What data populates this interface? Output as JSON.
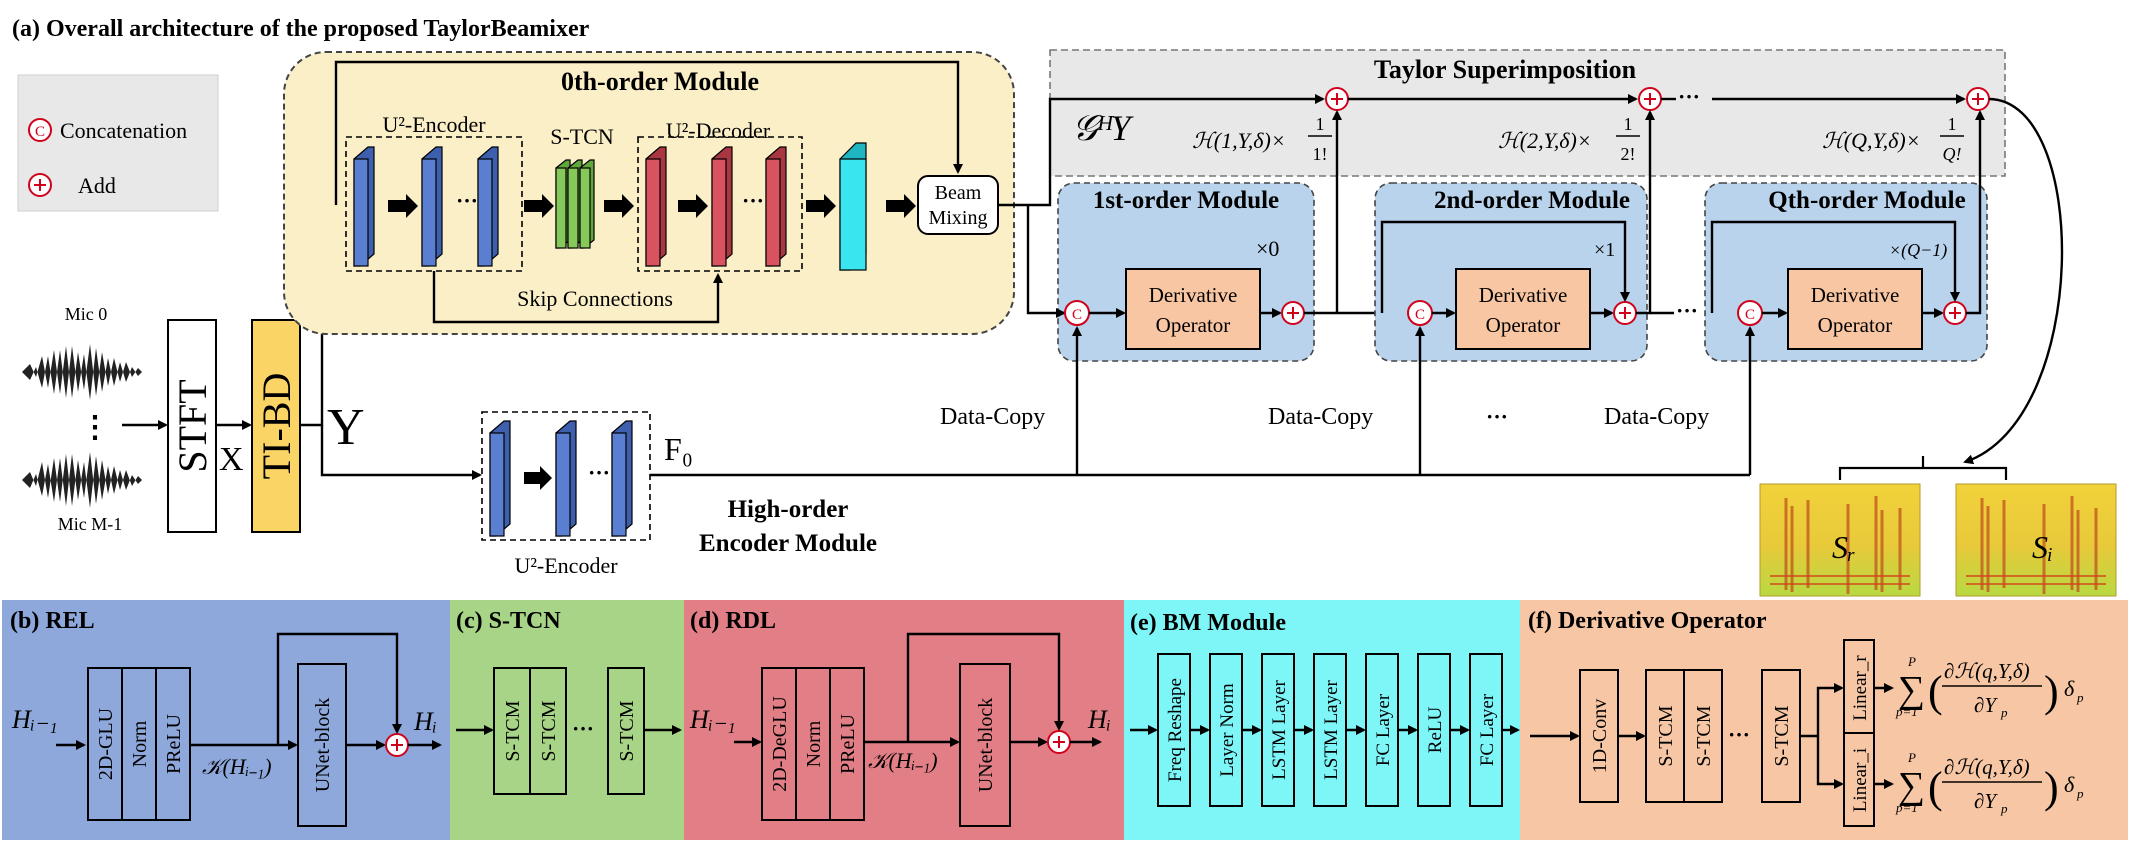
{
  "colors": {
    "zeroth_module_bg": "#fbefc8",
    "taylor_bg": "#e8e8e8",
    "order_module_bg": "#b9d3ec",
    "derivative_op_fill": "#f8c6a3",
    "encoder_block": "#5b7fd0",
    "decoder_block": "#d9525f",
    "stcn_block": "#86c95b",
    "bm_block": "#39e6f0",
    "tibd_fill": "#fad465",
    "add_circle": "#d0021b",
    "panel_rel": "#8ea8dc",
    "panel_stcn": "#a7d486",
    "panel_rdl": "#e27f86",
    "panel_bm": "#7ef6f8",
    "panel_do": "#f7c7a5"
  },
  "main": {
    "title": "(a) Overall architecture of the proposed TaylorBeamixer",
    "legend": {
      "concat_symbol": "C",
      "concat_label": "Concatenation",
      "add_label": "Add"
    },
    "mics": {
      "top": "Mic 0",
      "dots": "⋮",
      "bottom": "Mic M-1"
    },
    "stft": "STFT",
    "x_label": "X",
    "tibd": "TI-BD",
    "y_label": "Y",
    "zeroth_module": {
      "title": "0th-order Module",
      "encoder_label": "U²-Encoder",
      "stcn_label": "S-TCN",
      "decoder_label": "U²-Decoder",
      "skip_label": "Skip Connections",
      "beam_line1": "Beam",
      "beam_line2": "Mixing"
    },
    "taylor": {
      "title": "Taylor Superimposition",
      "gy": "𝒢ᴴY",
      "terms": [
        {
          "h": "ℋ(1,Y,δ)×",
          "num": "1",
          "den": "1!"
        },
        {
          "h": "ℋ(2,Y,δ)×",
          "num": "1",
          "den": "2!"
        },
        {
          "h": "ℋ(Q,Y,δ)×",
          "num": "1",
          "den": "Q!"
        }
      ],
      "dots": "···"
    },
    "order_modules": [
      {
        "title": "1st-order Module",
        "mult": "×0"
      },
      {
        "title": "2nd-order Module",
        "mult": "×1"
      },
      {
        "title": "Qth-order Module",
        "mult": "×(Q−1)"
      }
    ],
    "derivative_operator": {
      "line1": "Derivative",
      "line2": "Operator"
    },
    "data_copy": "Data-Copy",
    "mid_dots": "···",
    "low_dots": "···",
    "high_order": {
      "f0": "F₀",
      "encoder_label": "U²-Encoder",
      "title_line1": "High-order",
      "title_line2": "Encoder Module"
    },
    "outputs": {
      "sr": "Sᵣ",
      "si": "Sᵢ"
    }
  },
  "panels": {
    "rel": {
      "title": "(b) REL",
      "input": "Hᵢ₋₁",
      "blocks": [
        "2D-GLU",
        "Norm",
        "PReLU"
      ],
      "k": "𝒦(Hᵢ₋₁)",
      "unet": "UNet-block",
      "output": "Hᵢ"
    },
    "stcn": {
      "title": "(c) S-TCN",
      "blocks": [
        "S-TCM",
        "S-TCM",
        "S-TCM"
      ],
      "dots": "···"
    },
    "rdl": {
      "title": "(d) RDL",
      "input": "Hᵢ₋₁",
      "blocks": [
        "2D-DeGLU",
        "Norm",
        "PReLU"
      ],
      "k": "𝒦(Hᵢ₋₁)",
      "unet": "UNet-block",
      "output": "Hᵢ"
    },
    "bm": {
      "title": "(e) BM Module",
      "blocks": [
        "Freq Reshape",
        "Layer Norm",
        "LSTM Layer",
        "LSTM Layer",
        "FC Layer",
        "ReLU",
        "FC Layer"
      ]
    },
    "do": {
      "title": "(f) Derivative Operator",
      "conv": "1D-Conv",
      "blocks": [
        "S-TCM",
        "S-TCM",
        "S-TCM"
      ],
      "dots": "···",
      "linear_r": "Linear_r",
      "linear_i": "Linear_i",
      "formula": "∑ₚ₌₁ᴾ ( ∂ℋ(q,Y,δ) / ∂Yₚ ) δₚ"
    }
  }
}
